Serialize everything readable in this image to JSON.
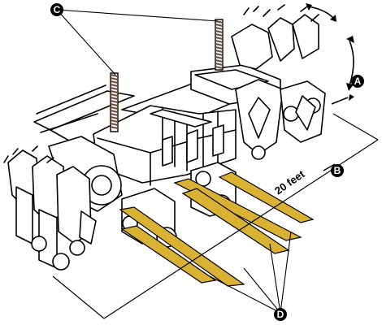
{
  "diagram": {
    "callouts": {
      "a": "A",
      "b": "B",
      "c": "C",
      "d": "D"
    },
    "dimension_label": "20 feet"
  },
  "colors": {
    "rail": "#d9b233",
    "ink": "#000000",
    "fin": "#6a4a36"
  }
}
